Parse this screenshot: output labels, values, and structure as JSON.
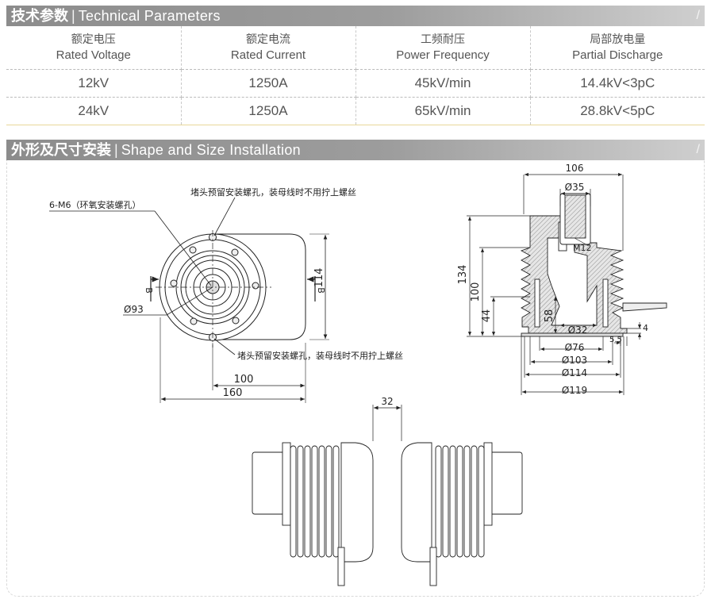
{
  "section1": {
    "title_zh": "技术参数",
    "separator": "|",
    "title_en": "Technical Parameters",
    "corner": "/"
  },
  "table": {
    "headers": [
      {
        "zh": "额定电压",
        "en": "Rated Voltage"
      },
      {
        "zh": "额定电流",
        "en": "Rated Current"
      },
      {
        "zh": "工频耐压",
        "en": "Power Frequency"
      },
      {
        "zh": "局部放电量",
        "en": "Partial Discharge"
      }
    ],
    "rows": [
      [
        "12kV",
        "1250A",
        "45kV/min",
        "14.4kV<3pC"
      ],
      [
        "24kV",
        "1250A",
        "65kV/min",
        "28.8kV<5pC"
      ]
    ]
  },
  "section2": {
    "title_zh": "外形及尺寸安装",
    "separator": "|",
    "title_en": "Shape and Size Installation",
    "corner": "/"
  },
  "front_view": {
    "note_top": "堵头预留安装螺孔，装母线时不用拧上螺丝",
    "note_bottom": "堵头预留安装螺孔，装母线时不用拧上螺丝",
    "label_thread": "6-M6（环氧安装螺孔）",
    "label_diameter": "Ø93",
    "dim_114": "114",
    "dim_100": "100",
    "dim_160": "160",
    "section_mark": "B"
  },
  "side_view": {
    "dim_106": "106",
    "dim_d35": "Ø35",
    "dim_m12": "M12",
    "dim_134": "134",
    "dim_100": "100",
    "dim_44": "44",
    "dim_58": "58",
    "dim_d32": "Ø32",
    "dim_4": "4",
    "dim_5_5": "5.5",
    "dim_d76": "Ø76",
    "dim_d103": "Ø103",
    "dim_d114": "Ø114",
    "dim_d119": "Ø119"
  },
  "assembly_view": {
    "dim_32": "32"
  }
}
